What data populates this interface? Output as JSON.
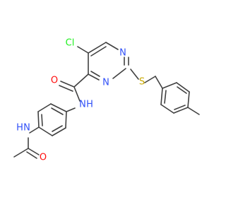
{
  "molecule": {
    "atoms": {
      "chlorine": "Cl",
      "pyrimidine_n1": "N",
      "pyrimidine_n3": "N",
      "sulfur": "S",
      "amide_oxygen": "O",
      "amide_nitrogen": "N",
      "amide_hydrogen": "H",
      "acetamide_nitrogen": "N",
      "acetamide_hydrogen": "H",
      "acetamide_oxygen": "O"
    }
  },
  "colors": {
    "bond": "#404040",
    "nitrogen": "#3050F8",
    "oxygen": "#FF0D0D",
    "chlorine": "#1FF01F",
    "sulfur": "#C8A800"
  }
}
